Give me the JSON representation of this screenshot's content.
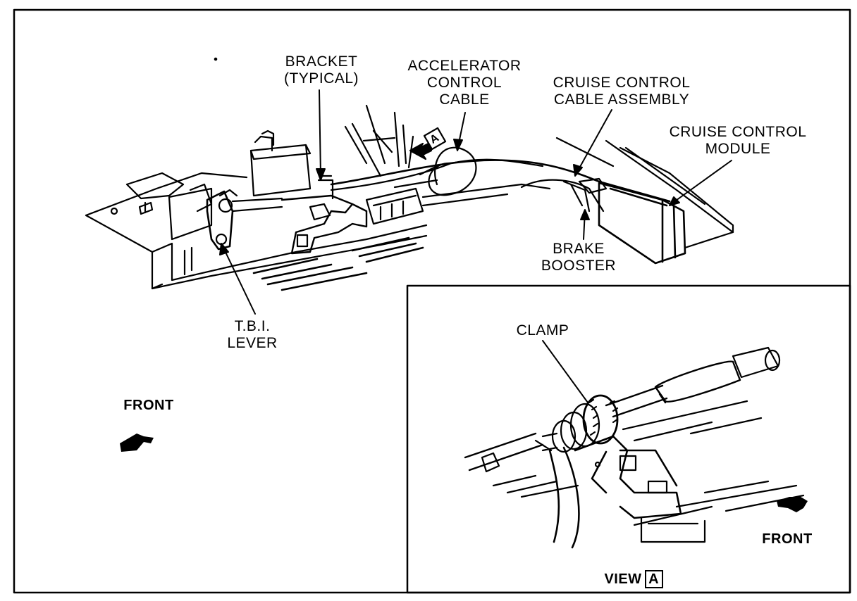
{
  "labels": {
    "bracket": "BRACKET\n(TYPICAL)",
    "accelerator_cable": "ACCELERATOR\nCONTROL\nCABLE",
    "cruise_cable": "CRUISE CONTROL\nCABLE ASSEMBLY",
    "cruise_module": "CRUISE CONTROL\nMODULE",
    "brake_booster": "BRAKE\nBOOSTER",
    "tbi_lever": "T.B.I.\nLEVER",
    "front_main": "FRONT",
    "clamp": "CLAMP",
    "front_inset": "FRONT",
    "view_prefix": "VIEW",
    "view_letter": "A",
    "view_arrow_letter": "A"
  },
  "colors": {
    "ink": "#000000",
    "paper": "#ffffff"
  }
}
